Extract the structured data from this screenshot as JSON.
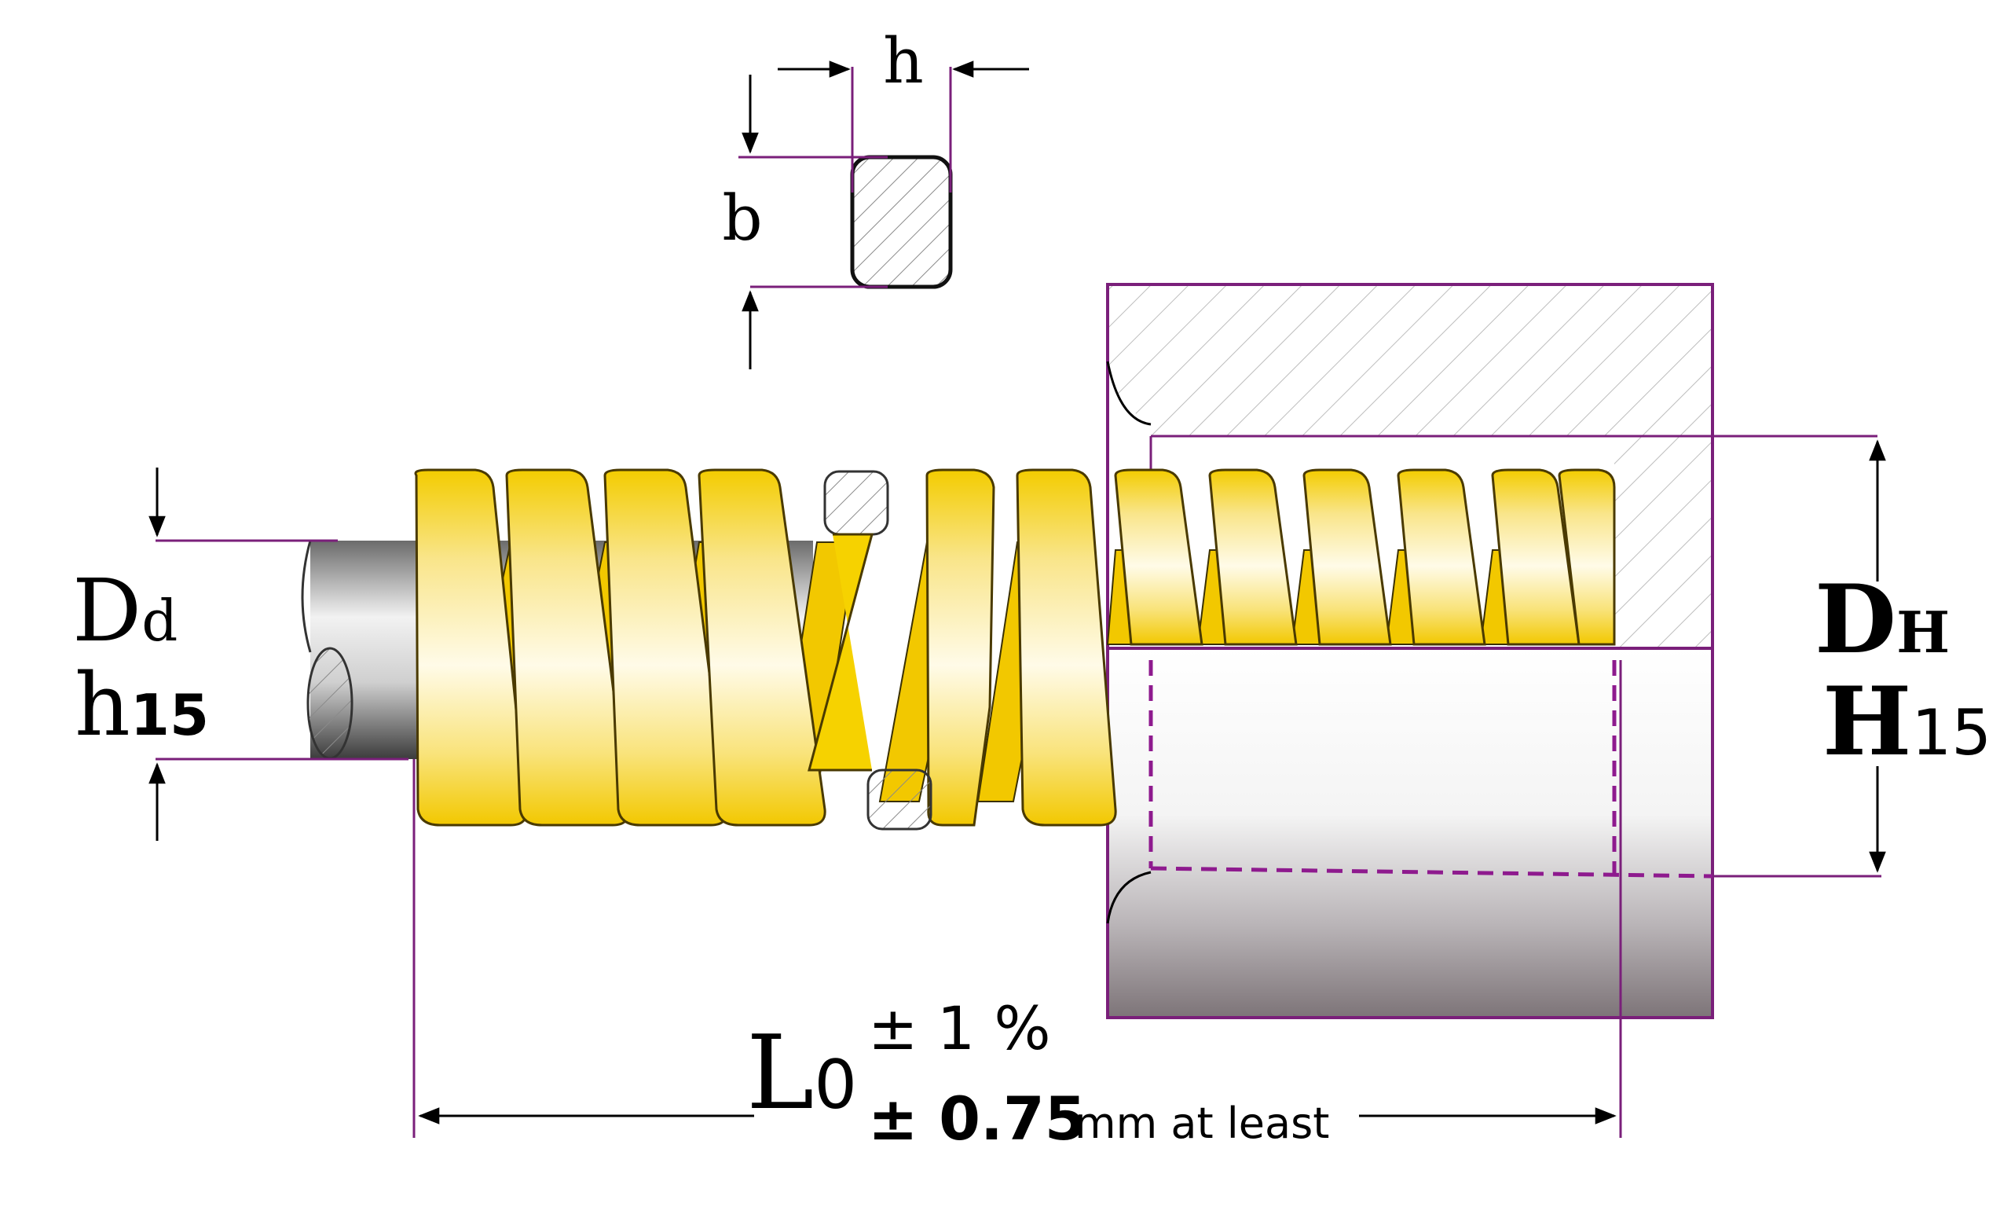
{
  "labels": {
    "wire_width": "h",
    "wire_thickness": "b",
    "rod_diameter_main": "D",
    "rod_diameter_sub": "d",
    "rod_tolerance_main": "h",
    "rod_tolerance_sub": "15",
    "hole_diameter_main": "D",
    "hole_diameter_sub": "H",
    "hole_tolerance_main": "H",
    "hole_tolerance_sub": "15",
    "free_length_main": "L",
    "free_length_sub": "0",
    "tolerance_percent": "± 1 %",
    "tolerance_mm": "± 0.75",
    "tolerance_note": "mm at least"
  },
  "colors": {
    "spring_yellow": "#f6d200",
    "spring_highlight": "#fff7c8",
    "dimension_line": "#7a1f7a",
    "hidden_line": "#8e1a8e",
    "rod_dark": "#4a4a4a",
    "rod_light": "#e8e8e8"
  }
}
